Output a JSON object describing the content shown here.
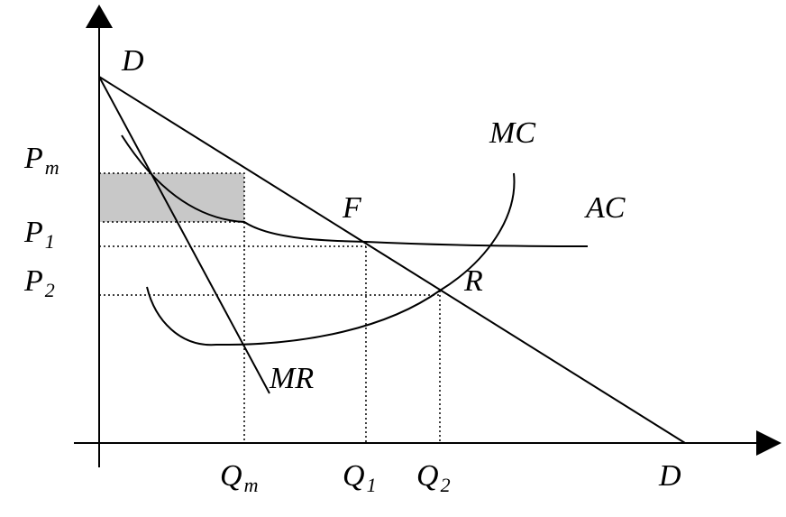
{
  "labels": {
    "demand_top": "D",
    "demand_bottom": "D",
    "mc": "MC",
    "ac": "AC",
    "mr": "MR",
    "f_point": "F",
    "r_point": "R",
    "pm": {
      "main": "P",
      "sub": "m"
    },
    "p1": {
      "main": "P",
      "sub": "1"
    },
    "p2": {
      "main": "P",
      "sub": "2"
    },
    "qm": {
      "main": "Q",
      "sub": "m"
    },
    "q1": {
      "main": "Q",
      "sub": "1"
    },
    "q2": {
      "main": "Q",
      "sub": "2"
    }
  },
  "colors": {
    "line": "#000000",
    "shaded": "#c8c8c8"
  }
}
